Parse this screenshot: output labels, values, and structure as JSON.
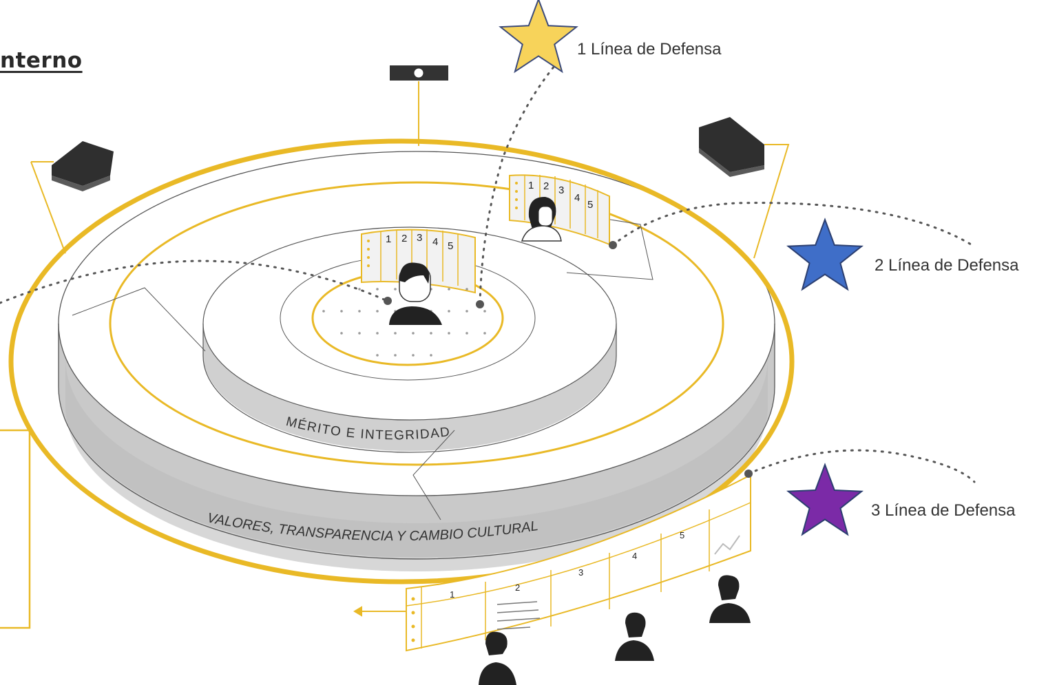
{
  "title": "nterno",
  "colors": {
    "ring_gold": "#e9b926",
    "disc_side": "#cfcfcf",
    "line_gray": "#555555",
    "star_1": "#f7d35a",
    "star_2": "#3f6ec8",
    "star_3": "#7b2aa7",
    "icon_dark": "#222222"
  },
  "labels": {
    "inner_ring": "MÉRITO  E  INTEGRIDAD",
    "outer_ring": "VALORES, TRANSPARENCIA Y CAMBIO CULTURAL"
  },
  "defense_lines": [
    {
      "label": "1 Línea de Defensa",
      "star_color": "#f7d35a"
    },
    {
      "label": "2 Línea de Defensa",
      "star_color": "#3f6ec8"
    },
    {
      "label": "3 Línea de Defensa",
      "star_color": "#7b2aa7"
    }
  ],
  "panels": {
    "inner_numbers": [
      "1",
      "2",
      "3",
      "4",
      "5"
    ],
    "top_numbers": [
      "1",
      "2",
      "3",
      "4",
      "5"
    ],
    "outer_numbers": [
      "1",
      "2",
      "3",
      "4",
      "5"
    ]
  },
  "icons": [
    "briefcase-icon",
    "projector-icon",
    "document-icon",
    "person-icon",
    "chart-icon"
  ]
}
